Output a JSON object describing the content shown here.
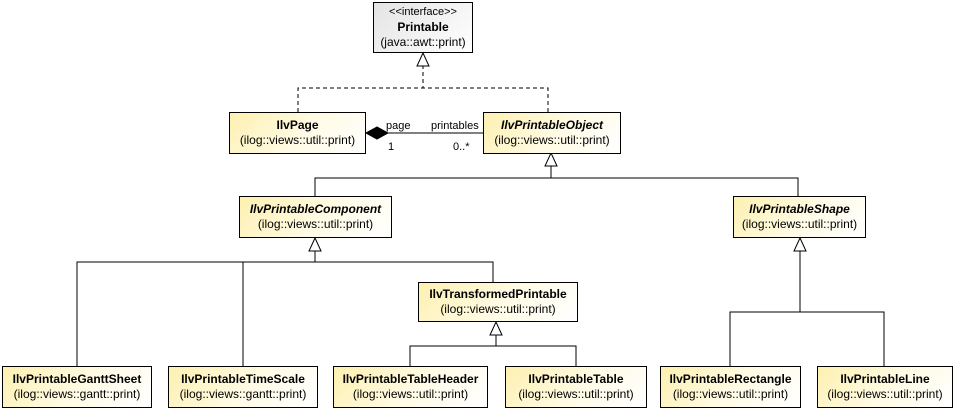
{
  "interface": {
    "stereotype": "<<interface>>",
    "name": "Printable",
    "package": "(java::awt::print)"
  },
  "classes": {
    "page": {
      "name": "IlvPage",
      "package": "(ilog::views::util::print)"
    },
    "printable_object": {
      "name": "IlvPrintableObject",
      "package": "(ilog::views::util::print)"
    },
    "printable_component": {
      "name": "IlvPrintableComponent",
      "package": "(ilog::views::util::print)"
    },
    "printable_shape": {
      "name": "IlvPrintableShape",
      "package": "(ilog::views::util::print)"
    },
    "transformed_printable": {
      "name": "IlvTransformedPrintable",
      "package": "(ilog::views::util::print)"
    },
    "gantt_sheet": {
      "name": "IlvPrintableGanttSheet",
      "package": "(ilog::views::gantt::print)"
    },
    "time_scale": {
      "name": "IlvPrintableTimeScale",
      "package": "(ilog::views::gantt::print)"
    },
    "table_header": {
      "name": "IlvPrintableTableHeader",
      "package": "(ilog::views::util::print)"
    },
    "table": {
      "name": "IlvPrintableTable",
      "package": "(ilog::views::util::print)"
    },
    "rectangle": {
      "name": "IlvPrintableRectangle",
      "package": "(ilog::views::util::print)"
    },
    "line": {
      "name": "IlvPrintableLine",
      "package": "(ilog::views::util::print)"
    }
  },
  "association": {
    "page_role": "page",
    "page_multiplicity": "1",
    "printables_role": "printables",
    "printables_multiplicity": "0..*"
  },
  "colors": {
    "class_fill": "#fdf0b0",
    "interface_fill": "#e4e4e4",
    "line": "#000000"
  }
}
